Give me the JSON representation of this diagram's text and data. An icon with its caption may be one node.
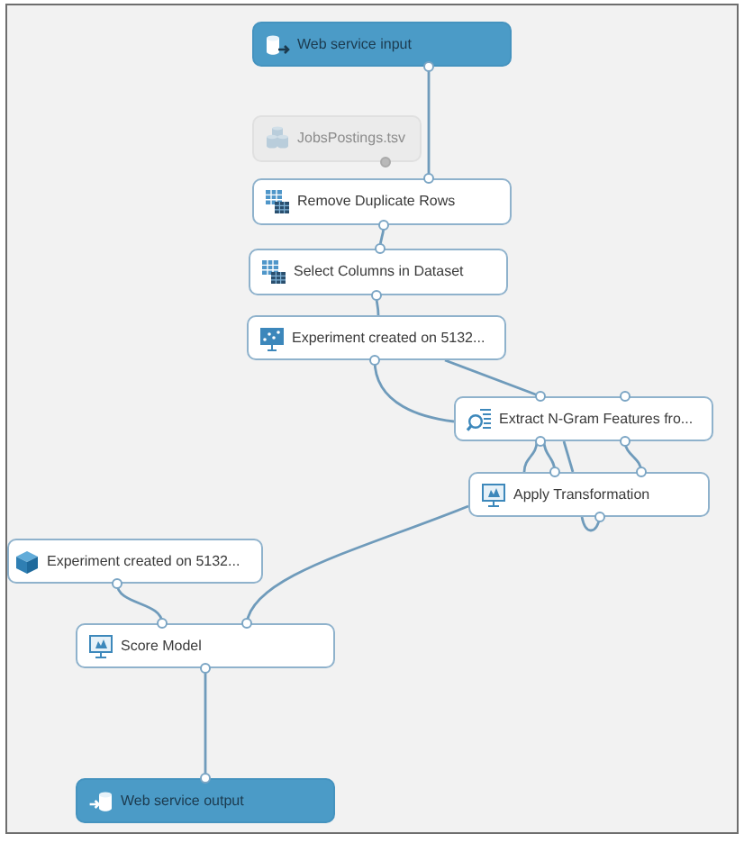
{
  "diagram": {
    "nodes": [
      {
        "text": [
          "Web service input"
        ]
      },
      {
        "text": [
          "JobsPostings.tsv"
        ]
      },
      {
        "text": [
          "Remove Duplicate Rows"
        ]
      },
      {
        "text": [
          "Select Columns in Dataset"
        ]
      },
      {
        "text": [
          "Experiment created on 5132..."
        ]
      },
      {
        "text": [
          "Extract N-Gram Features fro..."
        ]
      },
      {
        "text": [
          "Apply Transformation"
        ]
      },
      {
        "text": [
          "Experiment created on 5132..."
        ]
      },
      {
        "text": [
          "Score Model"
        ]
      },
      {
        "text": [
          "Web service output"
        ]
      }
    ],
    "edges": [
      {
        "from": 0,
        "to": 2,
        "arrow": "none"
      },
      {
        "from": 2,
        "to": 3,
        "arrow": "none"
      },
      {
        "from": 3,
        "to": 4,
        "arrow": "none"
      },
      {
        "from": 4,
        "to": 5,
        "arrow": "none"
      },
      {
        "from": 4,
        "to": 5,
        "arrow": "none"
      },
      {
        "from": 5,
        "to": 6,
        "arrow": "none"
      },
      {
        "from": 5,
        "to": 6,
        "arrow": "none"
      },
      {
        "from": 5,
        "to": 6,
        "arrow": "none"
      },
      {
        "from": 5,
        "to": 6,
        "arrow": "none"
      },
      {
        "from": 6,
        "to": 6,
        "arrow": "none"
      },
      {
        "from": 6,
        "to": 8,
        "arrow": "none"
      },
      {
        "from": 7,
        "to": 8,
        "arrow": "none"
      },
      {
        "from": 8,
        "to": 9,
        "arrow": "none"
      }
    ]
  }
}
